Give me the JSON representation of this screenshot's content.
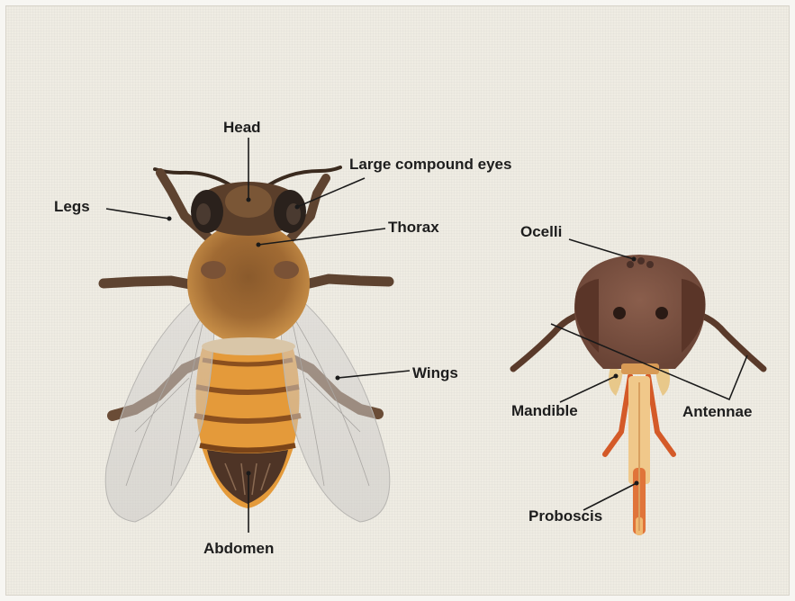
{
  "labels": {
    "head": "Head",
    "eyes": "Large compound eyes",
    "legs": "Legs",
    "thorax": "Thorax",
    "wings": "Wings",
    "abdomen": "Abdomen",
    "ocelli": "Ocelli",
    "mandible": "Mandible",
    "antennae": "Antennae",
    "proboscis": "Proboscis"
  },
  "colors": {
    "background": "#efece3",
    "body_brown": "#6b4a2a",
    "fur": "#a8743a",
    "abdomen_orange": "#e49a3a",
    "proboscis_orange": "#e0743a",
    "label_text": "#1d1d1d"
  }
}
